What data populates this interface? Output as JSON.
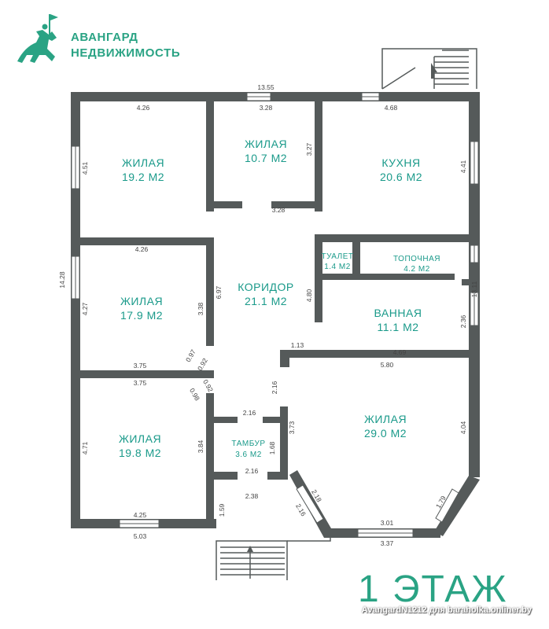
{
  "brand": {
    "line1": "АВАНГАРД",
    "line2": "НЕДВИЖИМОСТЬ",
    "color": "#2aa384",
    "logo_icon": "knight-on-horse-logo"
  },
  "floor_title": "1 ЭТАЖ",
  "watermark": "AvangardN1212 для baraholka.onliner.by",
  "colors": {
    "wall": "#555a5a",
    "room_text": "#1a9a8a",
    "dim_text": "#444444"
  },
  "rooms": [
    {
      "id": "living-1",
      "name": "ЖИЛАЯ",
      "area": "19.2 М2"
    },
    {
      "id": "living-2",
      "name": "ЖИЛАЯ",
      "area": "10.7 М2"
    },
    {
      "id": "kitchen",
      "name": "КУХНЯ",
      "area": "20.6 М2"
    },
    {
      "id": "toilet",
      "name": "ТУАЛЕТ",
      "area": "1.4 М2"
    },
    {
      "id": "boiler",
      "name": "ТОПОЧНАЯ",
      "area": "4.2 М2"
    },
    {
      "id": "living-3",
      "name": "ЖИЛАЯ",
      "area": "17.9 М2"
    },
    {
      "id": "corridor",
      "name": "КОРИДОР",
      "area": "21.1 М2"
    },
    {
      "id": "bathroom",
      "name": "ВАННАЯ",
      "area": "11.1 М2"
    },
    {
      "id": "living-4",
      "name": "ЖИЛАЯ",
      "area": "19.8 М2"
    },
    {
      "id": "vestibule",
      "name": "ТАМБУР",
      "area": "3.6 М2"
    },
    {
      "id": "living-5",
      "name": "ЖИЛАЯ",
      "area": "29.0 М2"
    }
  ],
  "dimensions": [
    "13.55",
    "4.26",
    "3.28",
    "4.68",
    "4.51",
    "3.27",
    "4.41",
    "3.28",
    "4.26",
    "14.28",
    "4.27",
    "3.38",
    "6.97",
    "4.80",
    "13.11",
    "2.36",
    "1.13",
    "4.69",
    "5.80",
    "0.97",
    "0.92",
    "3.75",
    "3.75",
    "0.92",
    "0.98",
    "2.16",
    "2.16",
    "3.73",
    "4.04",
    "4.71",
    "3.84",
    "1.68",
    "2.16",
    "2.38",
    "2.18",
    "2.16",
    "1.79",
    "4.25",
    "1.59",
    "3.01",
    "5.03",
    "3.37"
  ]
}
